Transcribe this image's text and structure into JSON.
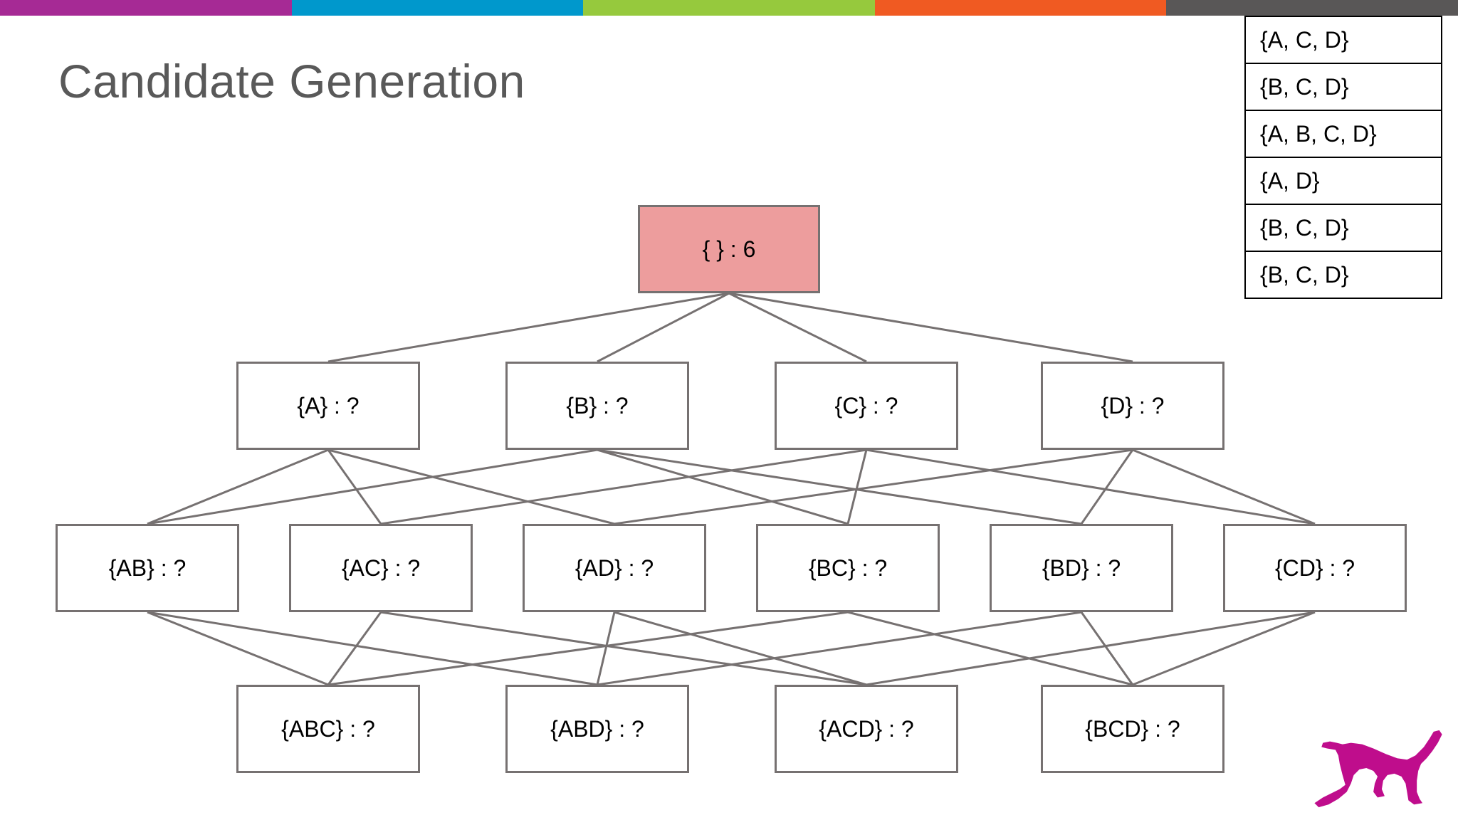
{
  "slide": {
    "title": "Candidate Generation",
    "title_color": "#595959",
    "background": "#ffffff"
  },
  "color_bar": {
    "segments": [
      {
        "name": "purple",
        "color": "#a62a95"
      },
      {
        "name": "blue",
        "color": "#0098cc"
      },
      {
        "name": "green",
        "color": "#96c93d"
      },
      {
        "name": "orange",
        "color": "#f05a22"
      },
      {
        "name": "gray",
        "color": "#595757"
      }
    ]
  },
  "transaction_table": {
    "rows": [
      "{A, C, D}",
      "{B, C, D}",
      "{A, B, C, D}",
      "{A, D}",
      "{B, C, D}",
      "{B, C, D}"
    ]
  },
  "lattice": {
    "edge_color": "#767171",
    "node_border_color": "#767171",
    "root_fill": "#ed9d9d",
    "node_fill": "#ffffff",
    "levels": [
      {
        "level": 0,
        "nodes": [
          {
            "id": "root",
            "label": "{ } : 6",
            "highlighted": true
          }
        ]
      },
      {
        "level": 1,
        "nodes": [
          {
            "id": "A",
            "label": "{A} : ?",
            "highlighted": false
          },
          {
            "id": "B",
            "label": "{B} : ?",
            "highlighted": false
          },
          {
            "id": "C",
            "label": "{C} : ?",
            "highlighted": false
          },
          {
            "id": "D",
            "label": "{D} : ?",
            "highlighted": false
          }
        ]
      },
      {
        "level": 2,
        "nodes": [
          {
            "id": "AB",
            "label": "{AB} : ?",
            "highlighted": false
          },
          {
            "id": "AC",
            "label": "{AC} : ?",
            "highlighted": false
          },
          {
            "id": "AD",
            "label": "{AD} : ?",
            "highlighted": false
          },
          {
            "id": "BC",
            "label": "{BC} : ?",
            "highlighted": false
          },
          {
            "id": "BD",
            "label": "{BD} : ?",
            "highlighted": false
          },
          {
            "id": "CD",
            "label": "{CD} : ?",
            "highlighted": false
          }
        ]
      },
      {
        "level": 3,
        "nodes": [
          {
            "id": "ABC",
            "label": "{ABC} : ?",
            "highlighted": false
          },
          {
            "id": "ABD",
            "label": "{ABD} : ?",
            "highlighted": false
          },
          {
            "id": "ACD",
            "label": "{ACD} : ?",
            "highlighted": false
          },
          {
            "id": "BCD",
            "label": "{BCD} : ?",
            "highlighted": false
          }
        ]
      }
    ],
    "edges": [
      [
        "root",
        "A"
      ],
      [
        "root",
        "B"
      ],
      [
        "root",
        "C"
      ],
      [
        "root",
        "D"
      ],
      [
        "A",
        "AB"
      ],
      [
        "A",
        "AC"
      ],
      [
        "A",
        "AD"
      ],
      [
        "B",
        "AB"
      ],
      [
        "B",
        "BC"
      ],
      [
        "B",
        "BD"
      ],
      [
        "C",
        "AC"
      ],
      [
        "C",
        "BC"
      ],
      [
        "C",
        "CD"
      ],
      [
        "D",
        "AD"
      ],
      [
        "D",
        "BD"
      ],
      [
        "D",
        "CD"
      ],
      [
        "AB",
        "ABC"
      ],
      [
        "AB",
        "ABD"
      ],
      [
        "AC",
        "ABC"
      ],
      [
        "AC",
        "ACD"
      ],
      [
        "AD",
        "ABD"
      ],
      [
        "AD",
        "ACD"
      ],
      [
        "BC",
        "ABC"
      ],
      [
        "BC",
        "BCD"
      ],
      [
        "BD",
        "ABD"
      ],
      [
        "BD",
        "BCD"
      ],
      [
        "CD",
        "ACD"
      ],
      [
        "CD",
        "BCD"
      ]
    ]
  },
  "logo": {
    "name": "dog-silhouette",
    "color": "#bf0d8c"
  }
}
